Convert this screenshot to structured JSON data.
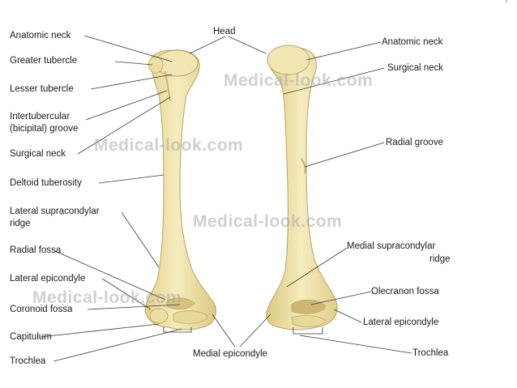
{
  "labels": {
    "head": "Head",
    "anatomic_neck_left": "Anatomic neck",
    "greater_tubercle": "Greater tubercle",
    "lesser_tubercle": "Lesser tubercle",
    "intertubercular_1": "Intertubercular",
    "intertubercular_2": "(bicipital) groove",
    "surgical_neck_left": "Surgical neck",
    "deltoid_tuberosity": "Deltoid tuberosity",
    "lateral_supracondylar_1": "Lateral supracondylar",
    "lateral_supracondylar_2": "ridge",
    "radial_fossa": "Radial fossa",
    "lateral_epicondyle_left": "Lateral epicondyle",
    "coronoid_fossa": "Coronoid fossa",
    "capitulum": "Capitulum",
    "trochlea_left": "Trochlea",
    "medial_epicondyle": "Medial epicondyle",
    "anatomic_neck_right": "Anatomic neck",
    "surgical_neck_right": "Surgical neck",
    "radial_groove": "Radial groove",
    "medial_supracondylar_1": "Medial supracondylar",
    "medial_supracondylar_2": "ridge",
    "olecranon_fossa": "Olecranon fossa",
    "lateral_epicondyle_right": "Lateral epicondyle",
    "trochlea_right": "Trochlea"
  },
  "watermark": "Medical-look.com",
  "corner_mark": "ʼ",
  "colors": {
    "bone_fill": "#f0e4a8",
    "bone_shadow": "#d9c77e",
    "bone_outline": "#b8a566",
    "leader_line": "#333333",
    "watermark": "#b4b4b4"
  }
}
